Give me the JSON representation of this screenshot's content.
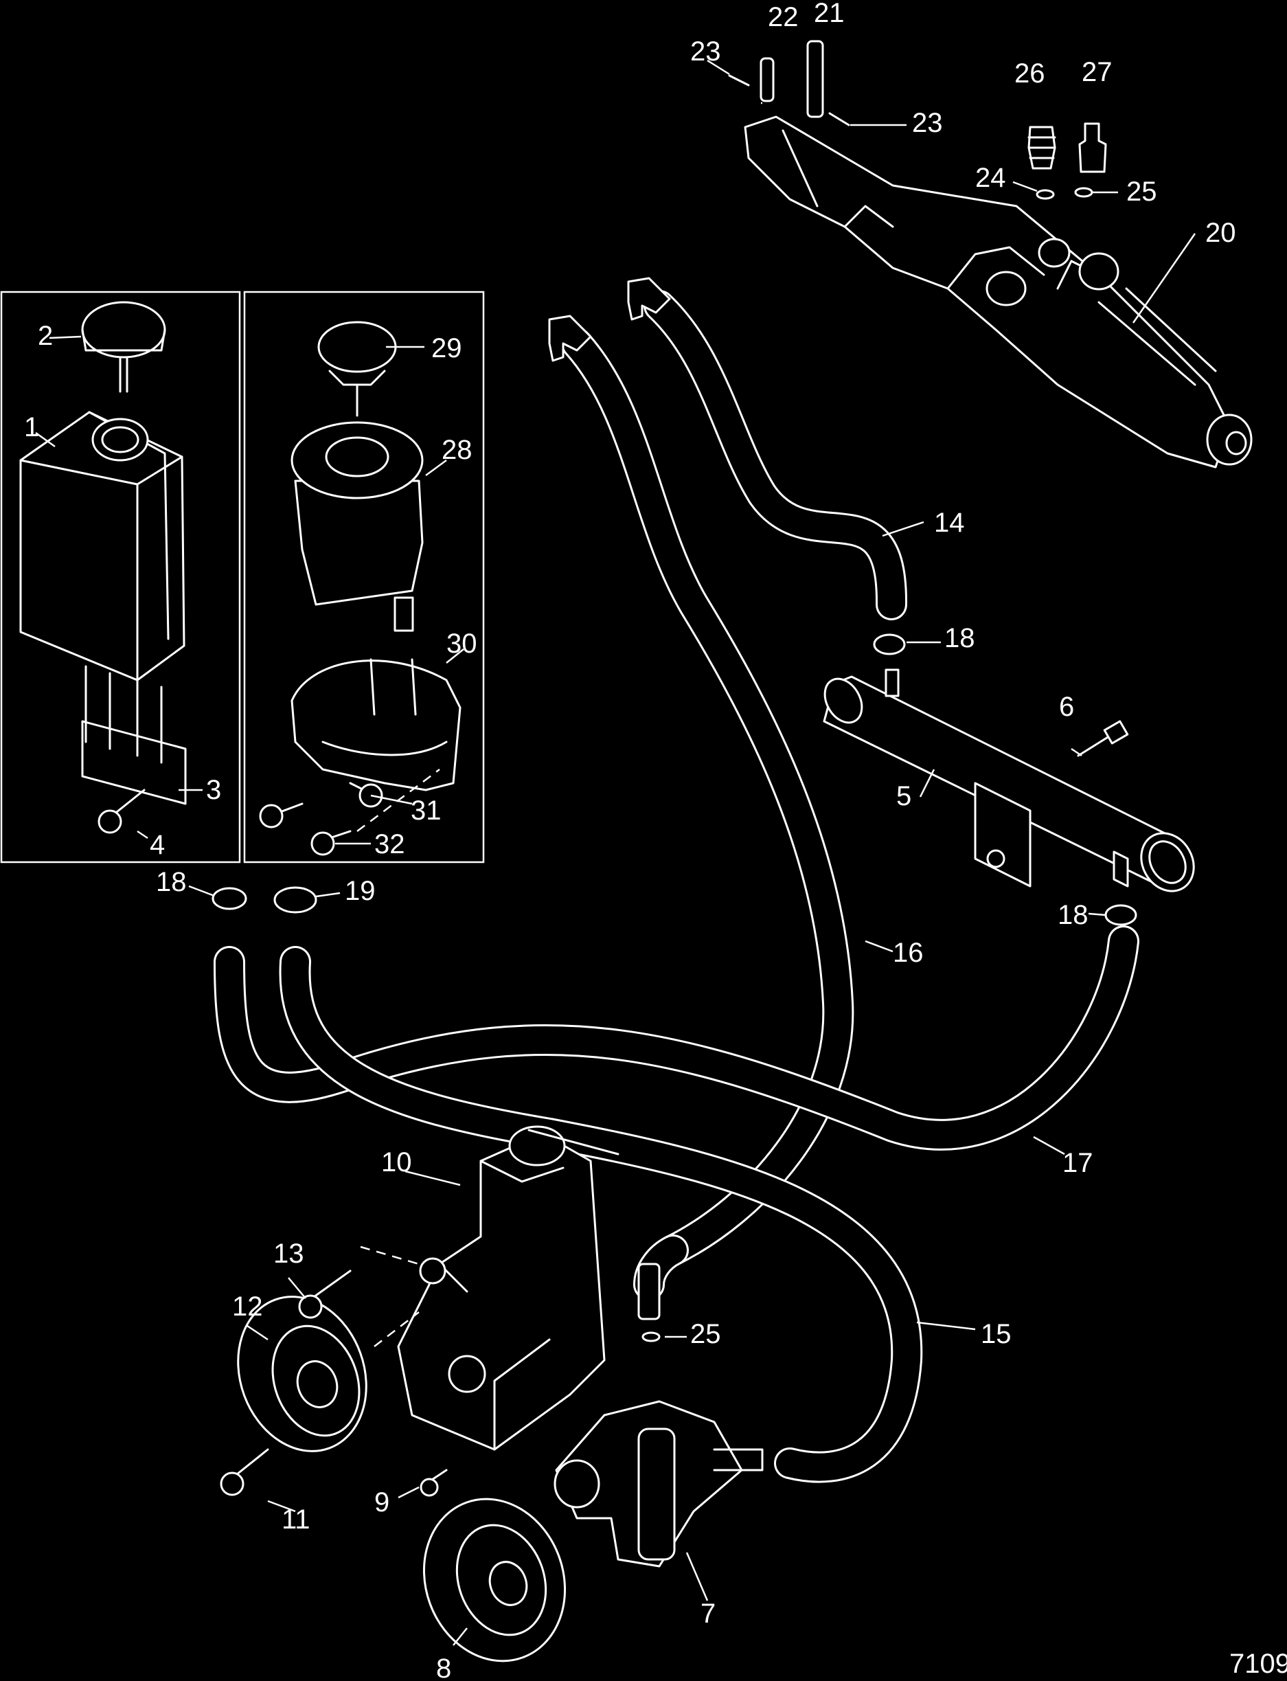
{
  "diagram": {
    "figure_number": "7109",
    "callouts": {
      "c1": "1",
      "c2": "2",
      "c3": "3",
      "c4": "4",
      "c5": "5",
      "c6": "6",
      "c7": "7",
      "c8": "8",
      "c9": "9",
      "c10": "10",
      "c11": "11",
      "c12": "12",
      "c13": "13",
      "c14": "14",
      "c15": "15",
      "c16": "16",
      "c17": "17",
      "c18a": "18",
      "c18b": "18",
      "c18c": "18",
      "c19": "19",
      "c20": "20",
      "c21": "21",
      "c22": "22",
      "c23a": "23",
      "c23b": "23",
      "c24": "24",
      "c25a": "25",
      "c25b": "25",
      "c26": "26",
      "c27": "27",
      "c28": "28",
      "c29": "29",
      "c30": "30",
      "c31": "31",
      "c32": "32"
    }
  }
}
